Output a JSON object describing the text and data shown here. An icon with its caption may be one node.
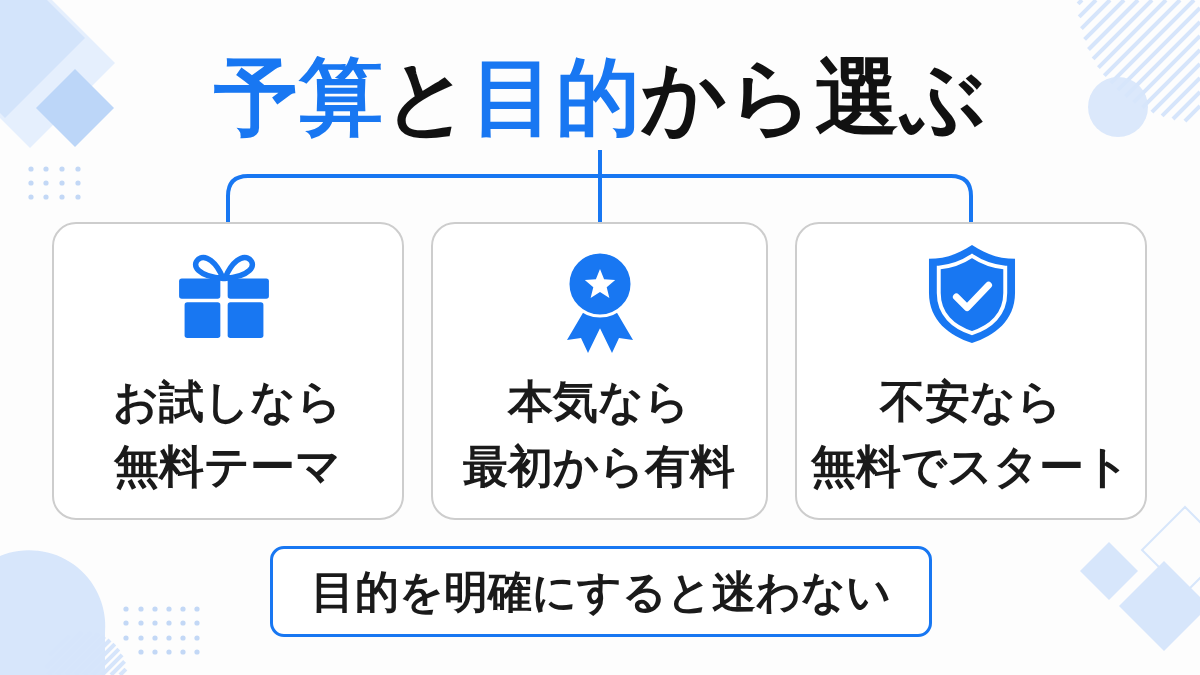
{
  "diagram": {
    "nodes": [
      {
        "text": [
          "**予算**と**目的**から選ぶ"
        ]
      },
      {
        "text": [
          "お試しなら",
          "無料テーマ"
        ]
      },
      {
        "text": [
          "本気なら",
          "最初から有料"
        ]
      },
      {
        "text": [
          "不安なら",
          "無料でスタート"
        ]
      },
      {
        "text": [
          "目的を明確にすると迷わない"
        ]
      }
    ],
    "edges": [
      {
        "from": 0,
        "to": 1,
        "arrow": "none"
      },
      {
        "from": 0,
        "to": 2,
        "arrow": "none"
      },
      {
        "from": 0,
        "to": 3,
        "arrow": "none"
      }
    ]
  }
}
